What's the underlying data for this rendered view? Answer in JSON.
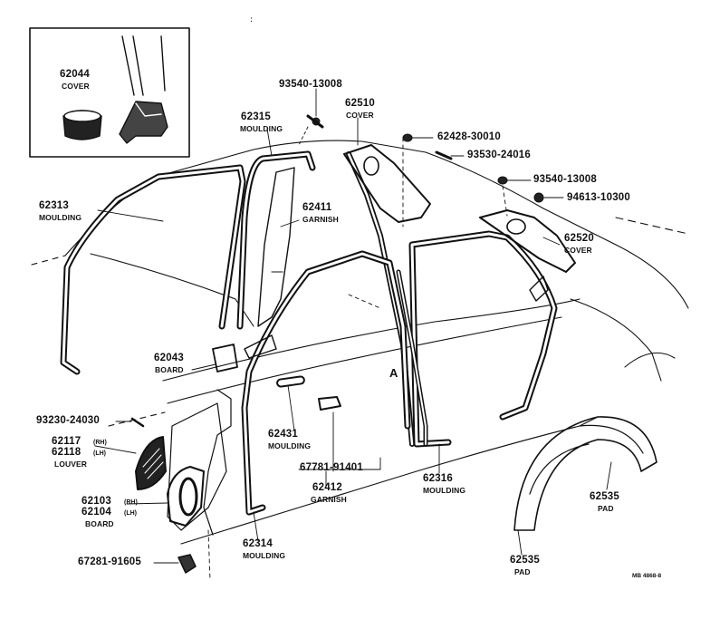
{
  "parts": [
    {
      "key": "p62044",
      "number": "62044",
      "name": "COVER"
    },
    {
      "key": "p93540a",
      "number": "93540-13008"
    },
    {
      "key": "p62315",
      "number": "62315",
      "name": "MOULDING"
    },
    {
      "key": "p62510",
      "number": "62510",
      "name": "COVER"
    },
    {
      "key": "p62428",
      "number": "62428-30010"
    },
    {
      "key": "p93530",
      "number": "93530-24016"
    },
    {
      "key": "p93540b",
      "number": "93540-13008"
    },
    {
      "key": "p94613",
      "number": "94613-10300"
    },
    {
      "key": "p62313",
      "number": "62313",
      "name": "MOULDING"
    },
    {
      "key": "p62411",
      "number": "62411",
      "name": "GARNISH"
    },
    {
      "key": "p62520",
      "number": "62520",
      "name": "COVER"
    },
    {
      "key": "p62043",
      "number": "62043",
      "name": "BOARD"
    },
    {
      "key": "p93230",
      "number": "93230-24030"
    },
    {
      "key": "p62117",
      "number": "62117",
      "side": "(RH)"
    },
    {
      "key": "p62118",
      "number": "62118",
      "side": "(LH)",
      "name": "LOUVER"
    },
    {
      "key": "p62431",
      "number": "62431",
      "name": "MOULDING"
    },
    {
      "key": "p67781",
      "number": "67781-91401"
    },
    {
      "key": "p62412",
      "number": "62412",
      "name": "GARNISH"
    },
    {
      "key": "p62316",
      "number": "62316",
      "name": "MOULDING"
    },
    {
      "key": "p62103",
      "number": "62103",
      "side": "(RH)"
    },
    {
      "key": "p62104",
      "number": "62104",
      "side": "(LH)",
      "name": "BOARD"
    },
    {
      "key": "p62535a",
      "number": "62535",
      "name": "PAD"
    },
    {
      "key": "p62314",
      "number": "62314",
      "name": "MOULDING"
    },
    {
      "key": "p67281",
      "number": "67281-91605"
    },
    {
      "key": "p62535b",
      "number": "62535",
      "name": "PAD"
    }
  ],
  "diagram_ref": "MB 4868-8"
}
